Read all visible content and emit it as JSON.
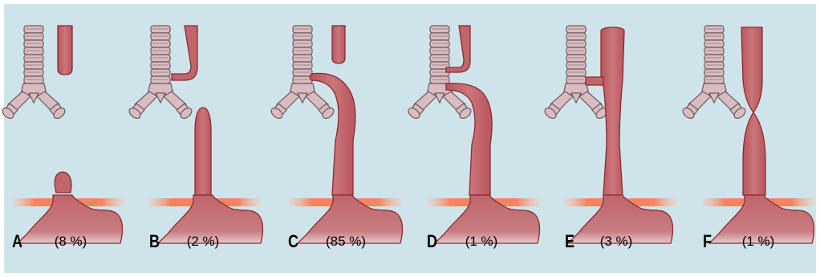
{
  "colors": {
    "background": "#cfe3ea",
    "esophagus": "#c0656b",
    "esophagus_dark": "#a9464c",
    "outline": "#8c2a32",
    "cartilage": "#d8bcc0",
    "cartilage_edge": "#6e5a5e",
    "diaphragm": "#f08560",
    "diaphragm_light": "#fbc3a8"
  },
  "panels": [
    {
      "letter": "A",
      "percent": "(8 %)"
    },
    {
      "letter": "B",
      "percent": "(2 %)"
    },
    {
      "letter": "C",
      "percent": "(85 %)"
    },
    {
      "letter": "D",
      "percent": "(1 %)"
    },
    {
      "letter": "E",
      "percent": "(3 %)"
    },
    {
      "letter": "F",
      "percent": "(1 %)"
    }
  ],
  "icons": {
    "trachea": "trachea-icon",
    "esophagus": "esophagus-icon",
    "stomach": "stomach-icon",
    "diaphragm": "diaphragm-icon"
  }
}
